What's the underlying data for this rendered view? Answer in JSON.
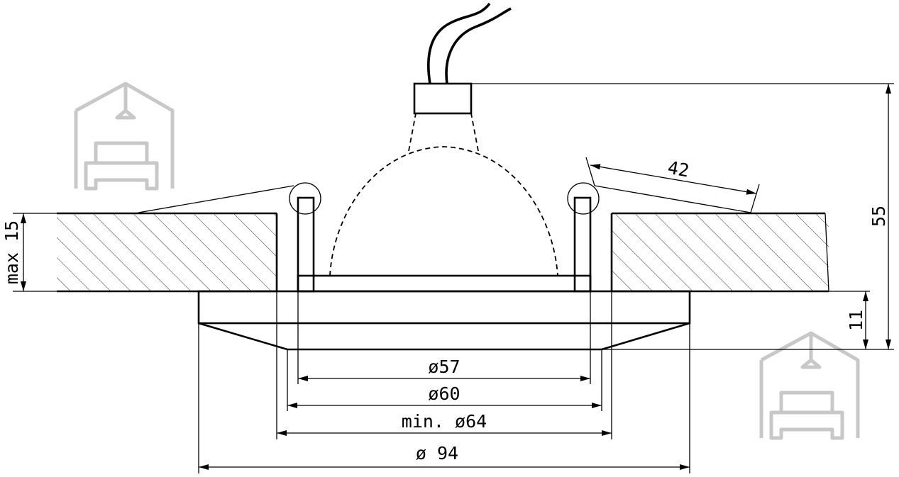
{
  "dimensions": {
    "d57": "ø57",
    "d60": "ø60",
    "d64": "min. ø64",
    "d94": "ø 94",
    "tilt": "42",
    "height_total": "55",
    "height_trim": "11",
    "ceiling_max": "max 15"
  },
  "colors": {
    "line": "#000000",
    "watermark": "#c8c8c8",
    "background": "#ffffff"
  },
  "icons": {
    "watermark": "house-with-sofa-icon"
  }
}
